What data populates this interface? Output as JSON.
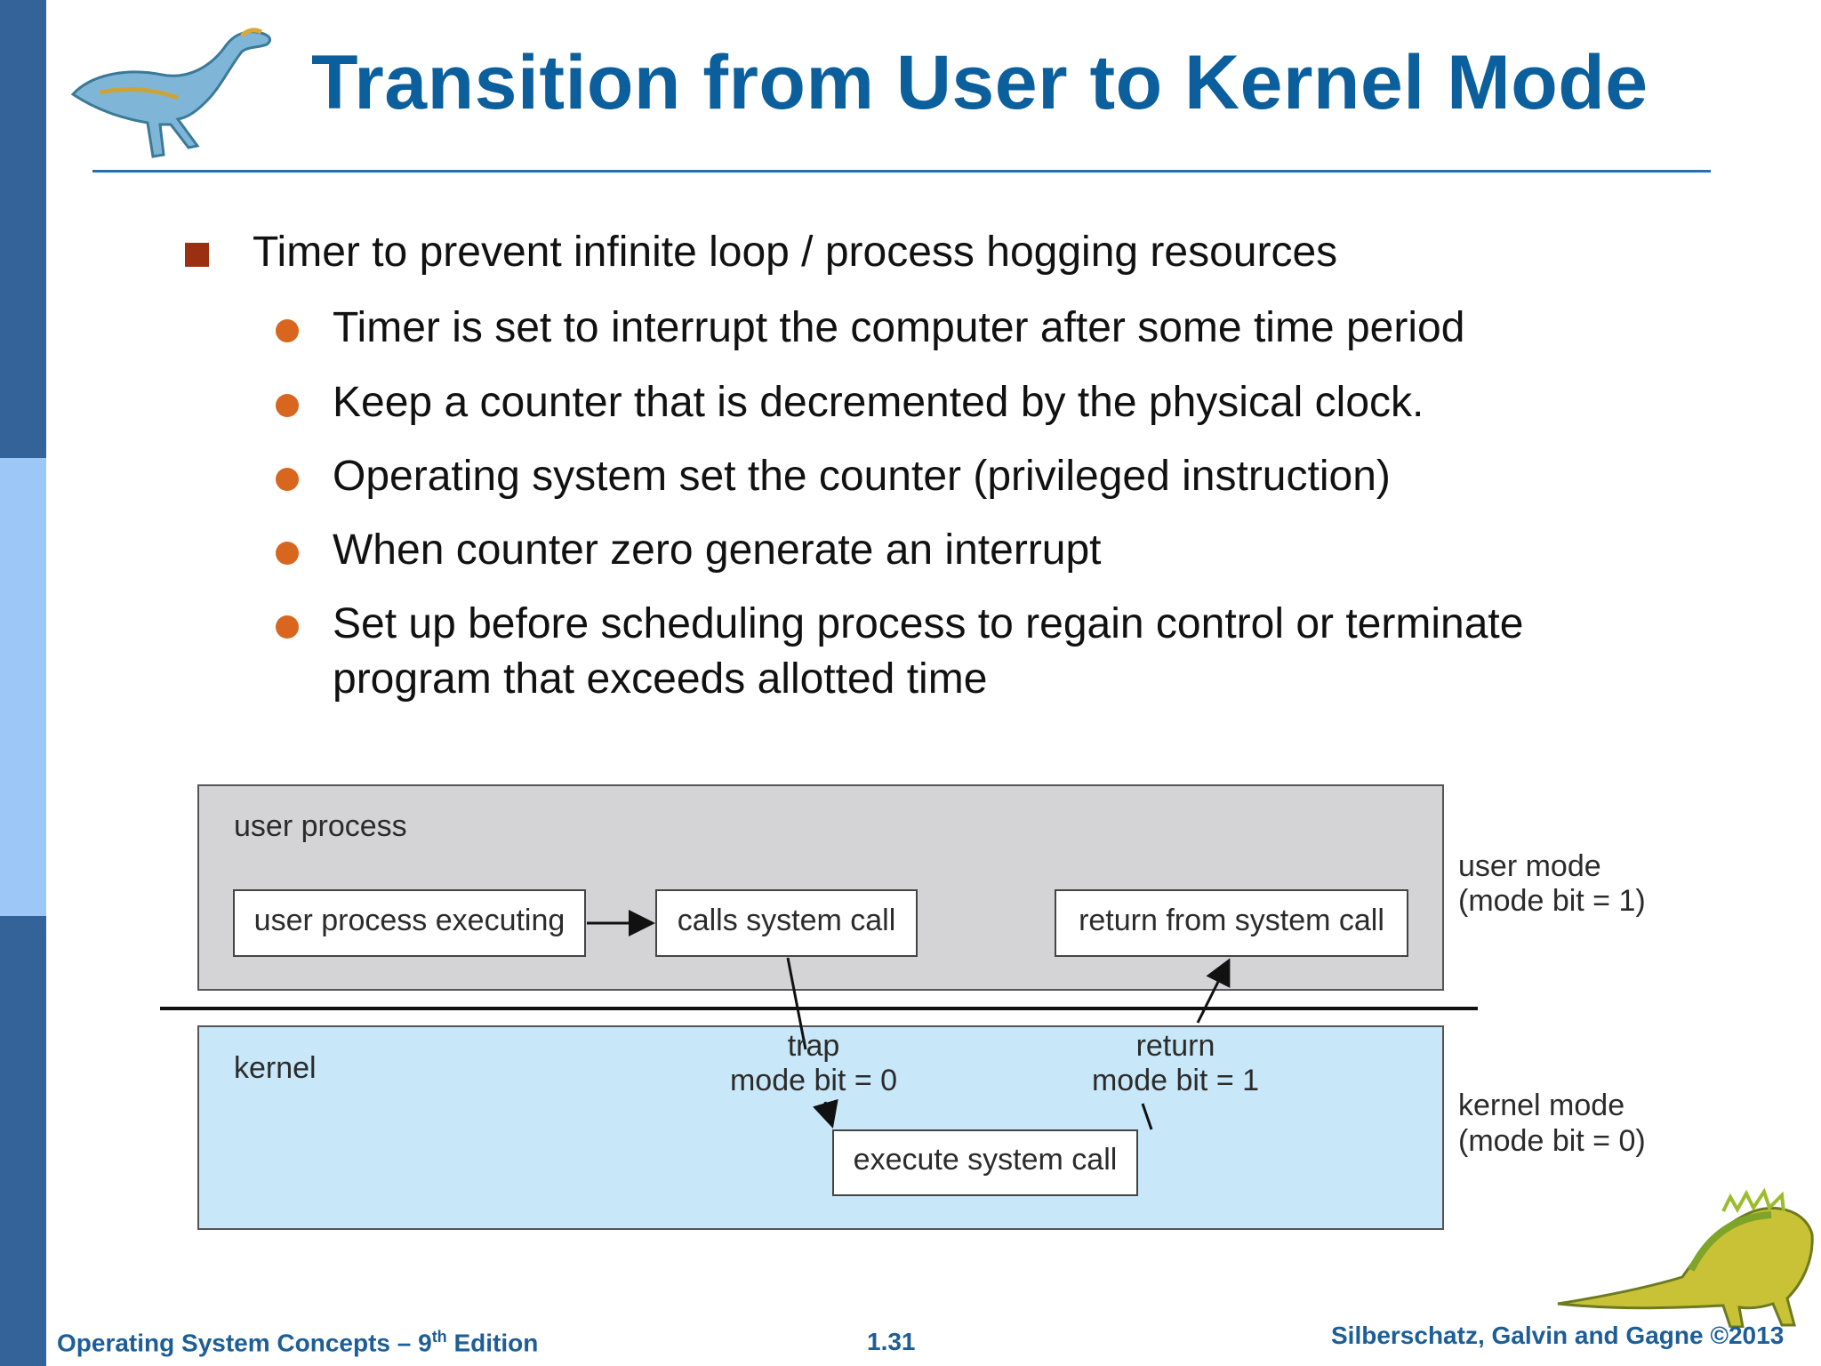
{
  "slide": {
    "title": "Transition from User to Kernel Mode",
    "bullet_main": "Timer to prevent infinite loop / process hogging resources",
    "sub_bullets": [
      "Timer is set to interrupt the computer after some time period",
      "Keep a counter that is decremented by the physical clock.",
      "Operating system set the counter (privileged instruction)",
      "When counter zero generate an interrupt",
      "Set up before scheduling process to regain control or terminate",
      "program that exceeds allotted time"
    ]
  },
  "diagram": {
    "user_region_label": "user process",
    "kernel_region_label": "kernel",
    "box_user_executing": "user process executing",
    "box_calls_syscall": "calls system call",
    "box_return_syscall": "return from system call",
    "box_execute_syscall": "execute system call",
    "trap_label": "trap",
    "trap_mode": "mode bit = 0",
    "return_label": "return",
    "return_mode": "mode bit = 1",
    "user_mode_label": "user mode",
    "user_mode_bit": "(mode bit = 1)",
    "kernel_mode_label": "kernel mode",
    "kernel_mode_bit": "(mode bit = 0)",
    "colors": {
      "user_fill": "#d4d4d6",
      "kernel_fill": "#c8e7f8"
    }
  },
  "footer": {
    "left_text": "Operating System Concepts – 9",
    "left_sup": "th",
    "left_suffix": " Edition",
    "center": "1.31",
    "right": "Silberschatz, Galvin and Gagne ©2013"
  },
  "icons": {
    "top_logo": "dinosaur-icon",
    "bottom_logo": "dinosaur-icon"
  },
  "colors": {
    "stripe_dark": "#34639a",
    "stripe_light": "#9cc7f7",
    "title": "#0a5f9c",
    "square_bullet": "#9b2f12",
    "dot_bullet": "#d9661e"
  }
}
